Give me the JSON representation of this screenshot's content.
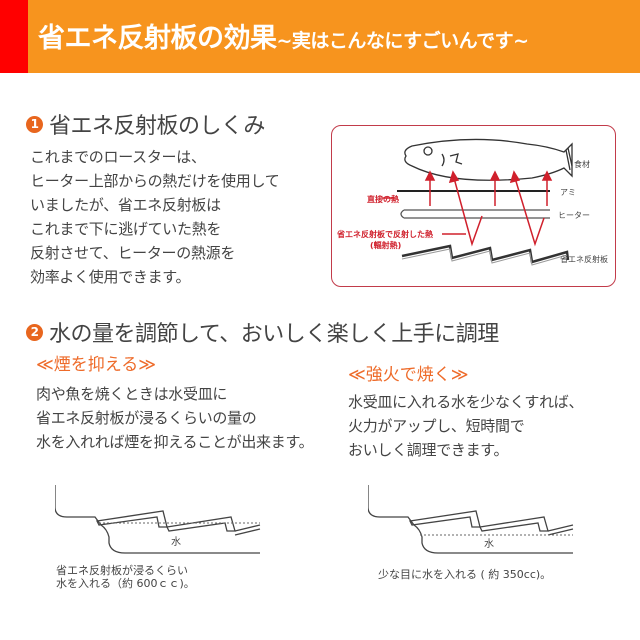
{
  "header": {
    "title_main": "省エネ反射板の効果",
    "title_sub": "~実はこんなにすごいんです~",
    "colors": {
      "accent_bar": "#ff0000",
      "background": "#f7941e",
      "text": "#ffffff"
    }
  },
  "section1": {
    "number": "1",
    "heading": "省エネ反射板のしくみ",
    "lines": [
      "これまでのロースターは、",
      "ヒーター上部からの熱だけを使用して",
      "いましたが、省エネ反射板は",
      "これまで下に逃げていた熱を",
      "反射させて、ヒーターの熱源を",
      "効率よく使用できます。"
    ],
    "diagram": {
      "label_food": "食材",
      "label_grill": "アミ",
      "label_heater": "ヒーター",
      "label_reflector": "省エネ反射板",
      "label_direct_heat": "直接の熱",
      "label_reflected_heat": "省エネ反射板で反射した熱",
      "label_radiant_heat": "(輻射熱)",
      "colors": {
        "border": "#c23b4a",
        "arrow": "#d0202c"
      }
    }
  },
  "section2": {
    "number": "2",
    "heading": "水の量を調節して、おいしく楽しく上手に調理",
    "left": {
      "subheading": "≪煙を抑える≫",
      "lines": [
        "肉や魚を焼くときは水受皿に",
        "省エネ反射板が浸るくらいの量の",
        "水を入れれば煙を抑えることが出来ます。"
      ],
      "water_label": "水",
      "caption_lines": [
        "省エネ反射板が浸るくらい",
        "水を入れる（約 600ｃｃ)。"
      ]
    },
    "right": {
      "subheading": "≪強火で焼く≫",
      "lines": [
        "水受皿に入れる水を少なくすれば、",
        "火力がアップし、短時間で",
        "おいしく調理できます。"
      ],
      "water_label": "水",
      "caption_lines": [
        "少な目に水を入れる ( 約 350cc)。"
      ]
    },
    "colors": {
      "badge": "#e8661e",
      "subheading": "#ee6b2a"
    }
  }
}
